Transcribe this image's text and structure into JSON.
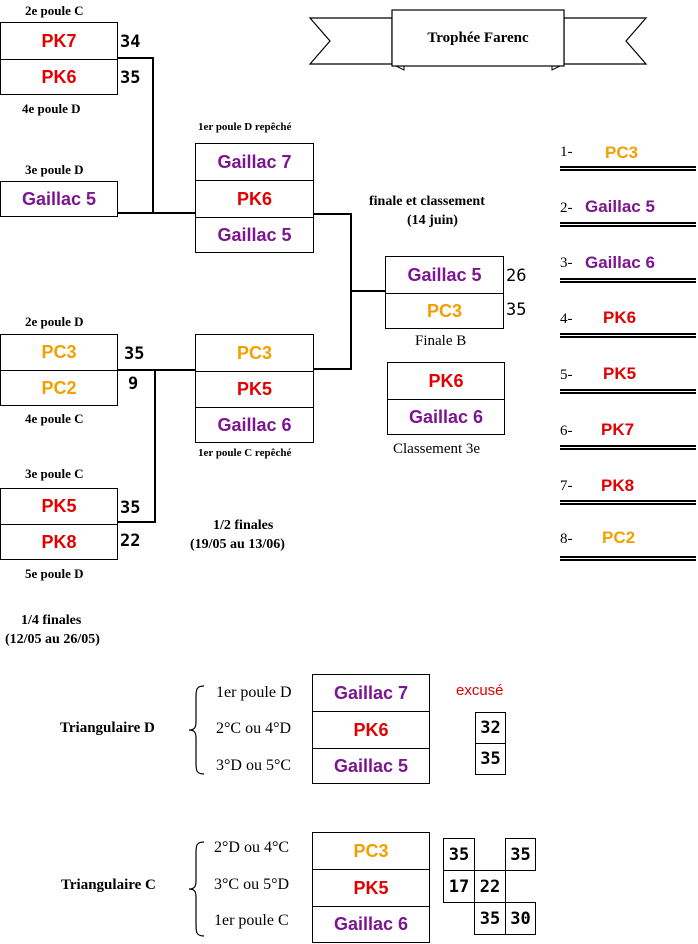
{
  "title": "Trophée Farenc",
  "colors": {
    "pk": "#e30000",
    "gaillac": "#7b1590",
    "pc": "#f2a000"
  },
  "quarter": {
    "heading1": "1/4 finales",
    "heading2": "(12/05 au 26/05)",
    "m1": {
      "top_label": "2e poule C",
      "bottom_label": "4e poule D",
      "t1": "PK7",
      "s1": "34",
      "t2": "PK6",
      "s2": "35"
    },
    "m1_opponent": {
      "label": "3e poule D",
      "team": "Gaillac 5"
    },
    "m2": {
      "top_label": "2e poule D",
      "bottom_label": "4e poule C",
      "t1": "PC3",
      "s1": "35",
      "t2": "PC2",
      "s2": "9"
    },
    "m3": {
      "top_label": "3e poule C",
      "bottom_label": "5e poule D",
      "t1": "PK5",
      "s1": "35",
      "t2": "PK8",
      "s2": "22"
    }
  },
  "semi": {
    "heading1": "1/2 finales",
    "heading2": "(19/05 au 13/06)",
    "g1": {
      "label": "1er poule D repêché",
      "teams": [
        "Gaillac 7",
        "PK6",
        "Gaillac 5"
      ]
    },
    "g2": {
      "label": "1er poule C repêché",
      "teams": [
        "PC3",
        "PK5",
        "Gaillac 6"
      ]
    }
  },
  "final": {
    "heading1": "finale et classement",
    "heading2": "(14 juin)",
    "finale_b": {
      "label": "Finale B",
      "t1": "Gaillac 5",
      "s1": "26",
      "t2": "PC3",
      "s2": "35"
    },
    "third": {
      "label": "Classement 3e",
      "t1": "PK6",
      "t2": "Gaillac 6"
    }
  },
  "ranking": [
    {
      "pos": "1-",
      "team": "PC3"
    },
    {
      "pos": "2-",
      "team": "Gaillac 5"
    },
    {
      "pos": "3-",
      "team": "Gaillac 6"
    },
    {
      "pos": "4-",
      "team": "PK6"
    },
    {
      "pos": "5-",
      "team": "PK5"
    },
    {
      "pos": "6-",
      "team": "PK7"
    },
    {
      "pos": "7-",
      "team": "PK8"
    },
    {
      "pos": "8-",
      "team": "PC2"
    }
  ],
  "tri_d": {
    "title": "Triangulaire D",
    "rows": [
      {
        "label": "1er poule D",
        "team": "Gaillac 7"
      },
      {
        "label": "2°C ou 4°D",
        "team": "PK6"
      },
      {
        "label": "3°D ou 5°C",
        "team": "Gaillac 5"
      }
    ],
    "note": "excusé",
    "scores": [
      "32",
      "35"
    ]
  },
  "tri_c": {
    "title": "Triangulaire C",
    "rows": [
      {
        "label": "2°D ou 4°C",
        "team": "PC3"
      },
      {
        "label": "3°C ou 5°D",
        "team": "PK5"
      },
      {
        "label": "1er poule C",
        "team": "Gaillac 6"
      }
    ],
    "scores": [
      [
        "35",
        "",
        "35"
      ],
      [
        "17",
        "22",
        ""
      ],
      [
        "",
        "35",
        "30"
      ]
    ]
  }
}
